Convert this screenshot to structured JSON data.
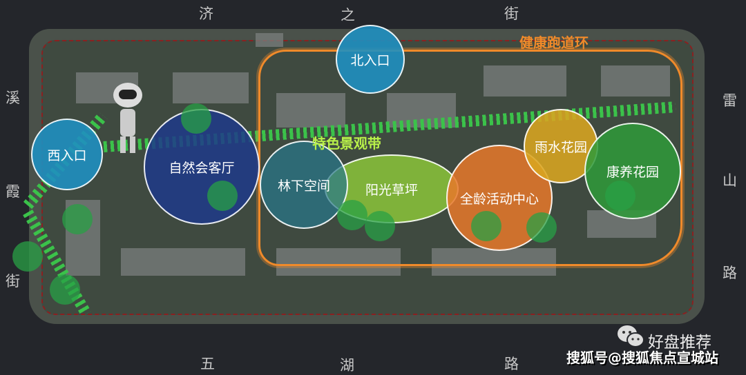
{
  "streets": {
    "top": [
      "济",
      "之",
      "街"
    ],
    "left": [
      "溪",
      "霞",
      "街"
    ],
    "right": [
      "雷",
      "山",
      "路"
    ],
    "bottom": [
      "五",
      "湖",
      "路"
    ]
  },
  "titles": {
    "track": "健康跑道环",
    "band": "特色景观带"
  },
  "zones": [
    "北入口",
    "西入口",
    "自然会客厅",
    "林下空间",
    "阳光草坪",
    "全龄活动中心",
    "雨水花园",
    "康养花园"
  ],
  "watermark": {
    "brand": "好盘推荐",
    "source": "搜狐号@搜狐焦点宣城站"
  },
  "colors": {
    "track": "#f08a2a",
    "band": "#3bc24a",
    "entrance": "#1f8fc0",
    "lounge": "#1e3a8a",
    "lawn": "#8bc43a",
    "activity": "#e8782a",
    "rain": "#d9a520",
    "care": "#2f9a3a"
  }
}
